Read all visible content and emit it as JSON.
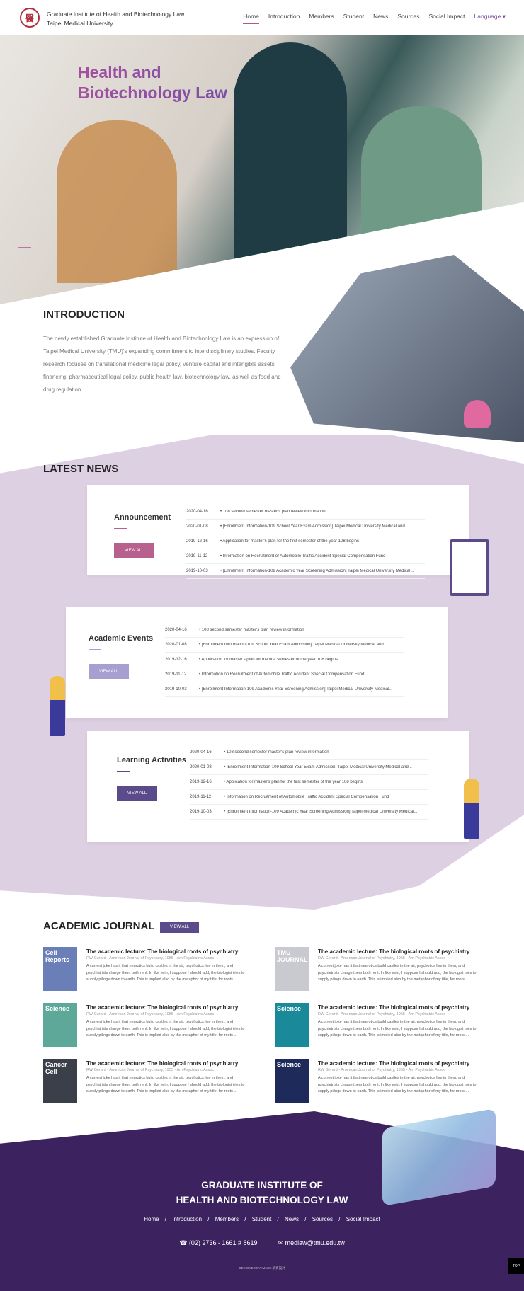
{
  "header": {
    "logo_text": "醫",
    "brand_line1": "Graduate Institute of Health and Biotechnology Law",
    "brand_line2": "Taipei Medical University",
    "nav": [
      "Home",
      "Introduction",
      "Members",
      "Student",
      "News",
      "Sources",
      "Social Impact"
    ],
    "language": "Language ▾"
  },
  "hero": {
    "title_line1": "Health and",
    "title_line2": "Biotechnology Law"
  },
  "intro": {
    "heading": "INTRODUCTION",
    "text": "The newly established Graduate Institute of Health and Biotechnology Law is an expression of Taipei Medical University (TMU)'s expanding commitment to interdisciplinary studies. Faculty research focuses on translational medicine legal policy, venture capital and intangible assets financing, pharmaceutical legal policy, public health law, biotechnology law, as well as food and drug regulation."
  },
  "news": {
    "heading": "LATEST NEWS",
    "sections": [
      {
        "title": "Announcement",
        "button": "VIEW ALL",
        "color": "#b8608e",
        "items": [
          [
            "2020-04-16",
            "• 108 second semester master's plan review information"
          ],
          [
            "2020-01-08",
            "• [Enrollment Information-109 School Year Exam Admission] Taipei Medical University Medical and..."
          ],
          [
            "2019-12-16",
            "• Application for master's plan for the first semester of the year 108 begins"
          ],
          [
            "2019-11-12",
            "• Information on Recruitment of Automobile Traffic Accident Special Compensation Fund"
          ],
          [
            "2019-10-03",
            "• [Enrollment Information-109 Academic Year Screening Admission] Taipei Medical University Medical..."
          ]
        ]
      },
      {
        "title": "Academic Events",
        "button": "VIEW ALL",
        "color": "#a79fcf",
        "items": [
          [
            "2020-04-16",
            "• 108 second semester master's plan review information"
          ],
          [
            "2020-01-08",
            "• [Enrollment Information-109 School Year Exam Admission] Taipei Medical University Medical and..."
          ],
          [
            "2019-12-16",
            "• Application for master's plan for the first semester of the year 108 begins"
          ],
          [
            "2019-11-12",
            "• Information on Recruitment of Automobile Traffic Accident Special Compensation Fund"
          ],
          [
            "2019-10-03",
            "• [Enrollment Information-109 Academic Year Screening Admission] Taipei Medical University Medical..."
          ]
        ]
      },
      {
        "title": "Learning Activities",
        "button": "VIEW ALL",
        "color": "#5c4b8a",
        "items": [
          [
            "2020-04-16",
            "• 108 second semester master's plan review information"
          ],
          [
            "2020-01-08",
            "• [Enrollment Information-109 School Year Exam Admission] Taipei Medical University Medical and..."
          ],
          [
            "2019-12-16",
            "• Application for master's plan for the first semester of the year 108 begins"
          ],
          [
            "2019-11-12",
            "• Information on Recruitment of Automobile Traffic Accident Special Compensation Fund"
          ],
          [
            "2019-10-03",
            "• [Enrollment Information-109 Academic Year Screening Admission] Taipei Medical University Medical..."
          ]
        ]
      }
    ]
  },
  "journal": {
    "heading": "ACADEMIC JOURNAL",
    "button": "VIEW ALL",
    "items": [
      {
        "cover": "Cell Reports",
        "cover_color": "#6a7fb8",
        "title": "The academic lecture: The biological roots of psychiatry",
        "source": "RW Gerard - American Journal of Psychiatry, 1955 - Am Psychiatric Assoc",
        "text": "A current joke has it that neurotics build castles in the air, psychotics live in them, and psychiatrists charge them both rent. In like vein, I suppose I should add, the biologist tries to supply pilings down to earth. This is implied also by the metaphor of my title, for roots ..."
      },
      {
        "cover": "TMU JOURNAL",
        "cover_color": "#c9c9d0",
        "title": "The academic lecture: The biological roots of psychiatry",
        "source": "RW Gerard - American Journal of Psychiatry, 1955 - Am Psychiatric Assoc",
        "text": "A current joke has it that neurotics build castles in the air, psychotics live in them, and psychiatrists charge them both rent. In like vein, I suppose I should add, the biologist tries to supply pilings down to earth. This is implied also by the metaphor of my title, for roots ..."
      },
      {
        "cover": "Science",
        "cover_color": "#5ea89a",
        "title": "The academic lecture: The biological roots of psychiatry",
        "source": "RW Gerard - American Journal of Psychiatry, 1955 - Am Psychiatric Assoc",
        "text": "A current joke has it that neurotics build castles in the air, psychotics live in them, and psychiatrists charge them both rent. In like vein, I suppose I should add, the biologist tries to supply pilings down to earth. This is implied also by the metaphor of my title, for roots ..."
      },
      {
        "cover": "Science",
        "cover_color": "#1a8a9a",
        "title": "The academic lecture: The biological roots of psychiatry",
        "source": "RW Gerard - American Journal of Psychiatry, 1955 - Am Psychiatric Assoc",
        "text": "A current joke has it that neurotics build castles in the air, psychotics live in them, and psychiatrists charge them both rent. In like vein, I suppose I should add, the biologist tries to supply pilings down to earth. This is implied also by the metaphor of my title, for roots ..."
      },
      {
        "cover": "Cancer Cell",
        "cover_color": "#3a3f4a",
        "title": "The academic lecture: The biological roots of psychiatry",
        "source": "RW Gerard - American Journal of Psychiatry, 1955 - Am Psychiatric Assoc",
        "text": "A current joke has it that neurotics build castles in the air, psychotics live in them, and psychiatrists charge them both rent. In like vein, I suppose I should add, the biologist tries to supply pilings down to earth. This is implied also by the metaphor of my title, for roots ..."
      },
      {
        "cover": "Science",
        "cover_color": "#1e2a5a",
        "title": "The academic lecture: The biological roots of psychiatry",
        "source": "RW Gerard - American Journal of Psychiatry, 1955 - Am Psychiatric Assoc",
        "text": "A current joke has it that neurotics build castles in the air, psychotics live in them, and psychiatrists charge them both rent. In like vein, I suppose I should add, the biologist tries to supply pilings down to earth. This is implied also by the metaphor of my title, for roots ..."
      }
    ]
  },
  "footer": {
    "title_line1": "GRADUATE INSTITUTE OF",
    "title_line2": "HEALTH AND BIOTECHNOLOGY LAW",
    "links": [
      "Home",
      "Introduction",
      "Members",
      "Student",
      "News",
      "Sources",
      "Social Impact"
    ],
    "phone": "(02) 2736 - 1661 # 8619",
    "email": "medlaw@tmu.edu.tw",
    "designed_by": "DESIGNED BY IMAKE 網頁設計",
    "top": "TOP"
  }
}
